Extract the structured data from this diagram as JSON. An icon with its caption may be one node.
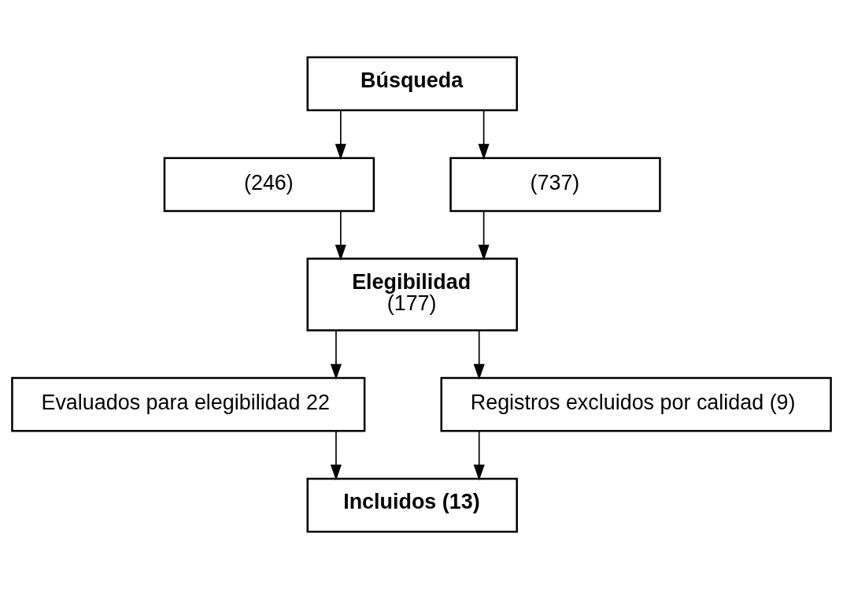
{
  "diagram": {
    "nodes": [
      {
        "text": [
          "Búsqueda"
        ]
      },
      {
        "text": [
          "(246)"
        ]
      },
      {
        "text": [
          "(737)"
        ]
      },
      {
        "text": [
          "Elegibilidad",
          "(177)"
        ]
      },
      {
        "text": [
          "Evaluados para elegibilidad 22"
        ]
      },
      {
        "text": [
          "Registros excluidos por calidad (9)"
        ]
      },
      {
        "text": [
          "Incluidos (13)"
        ]
      }
    ],
    "edges": [
      {
        "from": 0,
        "to": 1,
        "arrow": "to"
      },
      {
        "from": 0,
        "to": 2,
        "arrow": "to"
      },
      {
        "from": 1,
        "to": 3,
        "arrow": "to"
      },
      {
        "from": 2,
        "to": 3,
        "arrow": "to"
      },
      {
        "from": 3,
        "to": 4,
        "arrow": "to"
      },
      {
        "from": 3,
        "to": 5,
        "arrow": "to"
      },
      {
        "from": 4,
        "to": 6,
        "arrow": "to"
      },
      {
        "from": 5,
        "to": 6,
        "arrow": "to"
      }
    ]
  }
}
